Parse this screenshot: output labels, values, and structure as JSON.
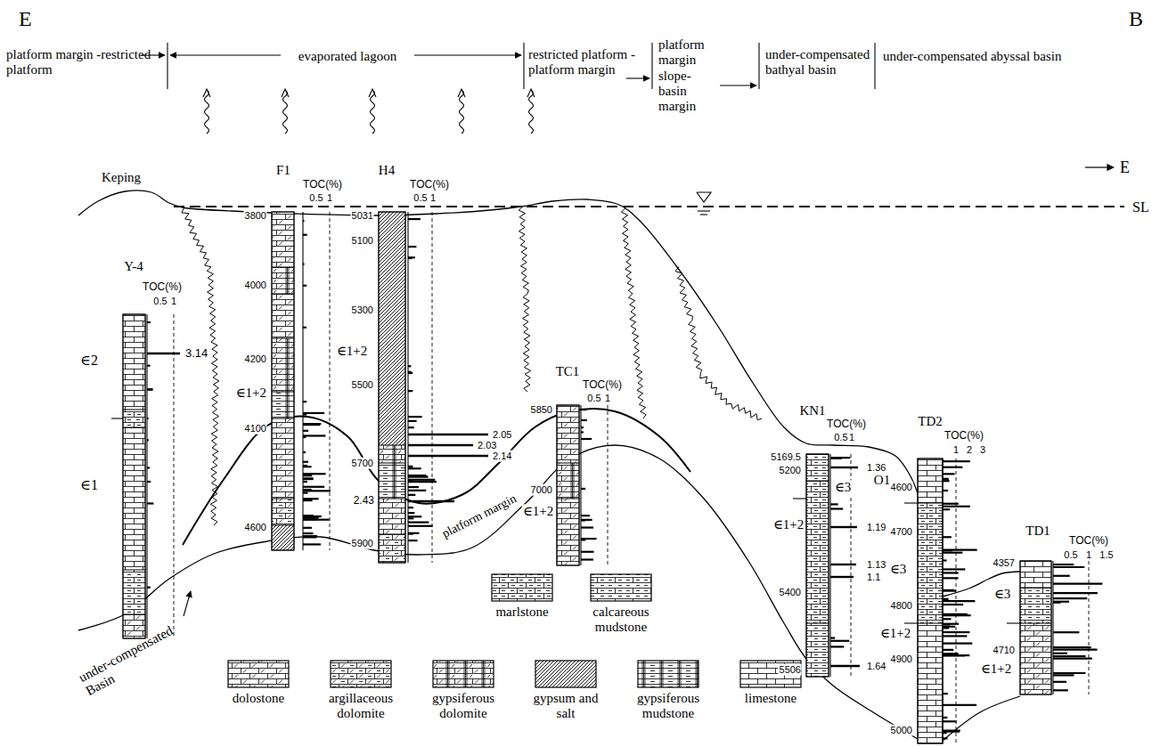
{
  "diagram": {
    "labels": [
      "E",
      "B",
      "platform margin -restricted platform",
      "evaporated lagoon",
      "restricted platform -platform margin",
      "platform margin slope-basin margin",
      "under-compensated bathyal basin",
      "under-compensated abyssal basin",
      "E",
      "Keping",
      "F1",
      "H4",
      "SL",
      "Y-4",
      "TOC(%)",
      "0.5",
      "1",
      "3.14",
      "∈2",
      "∈1",
      "TOC(%)",
      "0.5",
      "1",
      "3800",
      "4000",
      "4200",
      "4100",
      "4600",
      "∈1+2",
      "TOC(%)",
      "0.5",
      "1",
      "5031",
      "5100",
      "5300",
      "5500",
      "5700",
      "5900",
      "∈1+2",
      "2.05",
      "2.03",
      "2.14",
      "2.43",
      "TC1",
      "TOC(%)",
      "0.5",
      "1",
      "5850",
      "7000",
      "∈1+2",
      "platform margin",
      "KN1",
      "TOC(%)",
      "0.5",
      "1",
      "5169.5",
      "5200",
      "5400",
      "5506",
      "∈3",
      "∈1+2",
      "1.36",
      "1.19",
      "1.13",
      "1.1",
      "1.64",
      "TD2",
      "TOC(%)",
      "1",
      "2",
      "3",
      "4600",
      "4700",
      "4800",
      "4900",
      "5000",
      "O1",
      "∈3",
      "∈1+2",
      "TD1",
      "TOC(%)",
      "0.5",
      "1",
      "1.5",
      "4357",
      "4710",
      "∈3",
      "∈1+2",
      "under-compensated Basin"
    ],
    "legend": [
      {
        "text": "marlstone"
      },
      {
        "text": "calcareous mudstone"
      },
      {
        "text": "dolostone"
      },
      {
        "text": "argillaceous dolomite"
      },
      {
        "text": "gypsiferous dolomite"
      },
      {
        "text": "gypsum and salt"
      },
      {
        "text": "gypsiferous mudstone"
      },
      {
        "text": "limestone"
      }
    ]
  }
}
